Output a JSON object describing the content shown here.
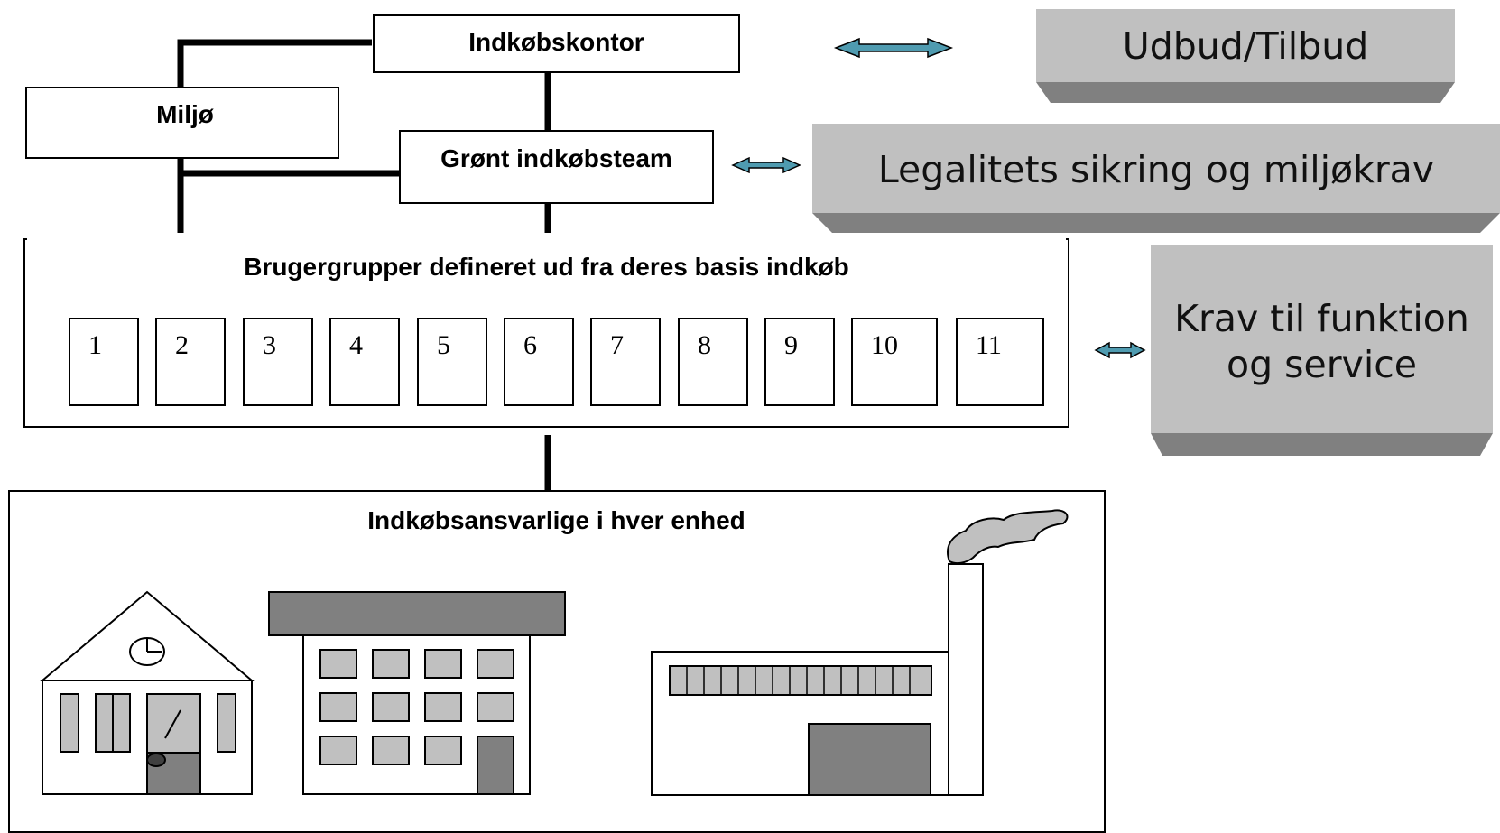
{
  "nodes": {
    "indkobskontor": "Indkøbskontor",
    "miljo": "Miljø",
    "gront_team": "Grønt indkøbsteam",
    "brugergrupper": "Brugergrupper defineret ud fra deres basis indkøb",
    "indkobsansvarlige": "Indkøbsansvarlige i hver enhed"
  },
  "groups": [
    "1",
    "2",
    "3",
    "4",
    "5",
    "6",
    "7",
    "8",
    "9",
    "10",
    "11"
  ],
  "side_boxes": {
    "udbud": "Udbud/Tilbud",
    "legalitet": "Legalitets sikring og miljøkrav",
    "krav_line1": "Krav til funktion",
    "krav_line2": "og service"
  },
  "colors": {
    "arrow_fill": "#4f9bb0",
    "grey_face": "#c0c0c0",
    "grey_dark": "#808080"
  }
}
